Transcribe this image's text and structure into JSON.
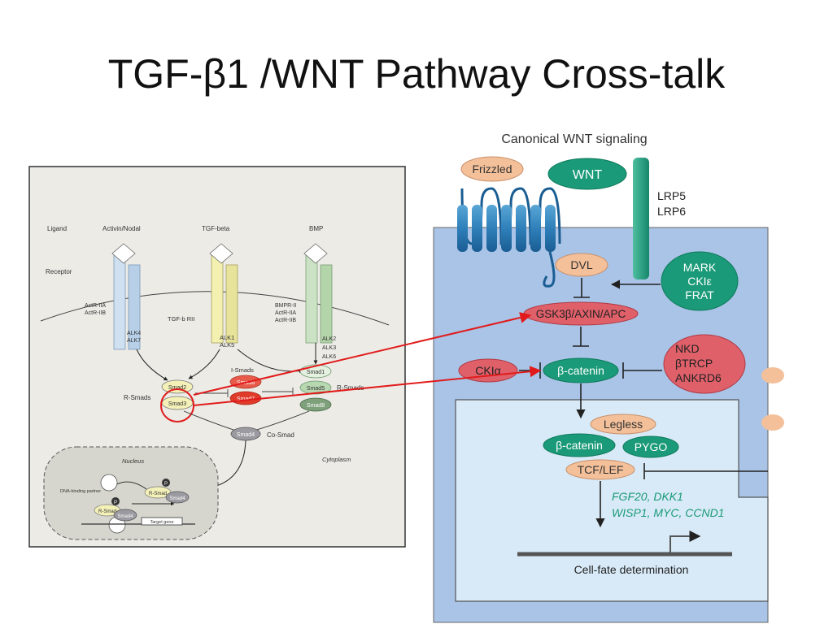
{
  "slide": {
    "title": "TGF-β1 /WNT Pathway Cross-talk"
  },
  "tgf_panel": {
    "ligand_label": "Ligand",
    "receptor_label": "Receptor",
    "ligand_activin": "Activin/Nodal",
    "ligand_tgf": "TGF-beta",
    "ligand_bmp": "BMP",
    "actr_iia": "ActR-IIA",
    "actr_iib": "ActR-IIB",
    "tgfb_rii": "TGF-b RII",
    "bmpr_ii": "BMPR-II",
    "bmp_actr_iia": "ActR-IIA",
    "bmp_actr_iib": "ActR-IIB",
    "alk4": "ALK4",
    "alk7": "ALK7",
    "alk1": "ALK1",
    "alk5": "ALK5",
    "alk2": "ALK2",
    "alk3": "ALK3",
    "alk6": "ALK6",
    "i_smads": "I-Smads",
    "r_smads_left": "R-Smads",
    "r_smads_right": "R-Smads",
    "smad2": "Smad2",
    "smad3": "Smad3",
    "smad6": "Smad6",
    "smad7": "Smad7",
    "smad1": "Smad1",
    "smad5": "Smad5",
    "smad8": "Smad8",
    "smad4": "Smad4",
    "co_smad": "Co-Smad",
    "nucleus": "Nucleus",
    "cytoplasm": "Cytoplasm",
    "dna_binding": "DNA-binding partner",
    "nuc_rsmad1": "R-Smad",
    "nuc_smad4_1": "Smad4",
    "nuc_rsmad2": "R-Smad",
    "nuc_smad4_2": "Smad4",
    "p_label_1": "P",
    "p_label_2": "P",
    "target_gene": "Target gene"
  },
  "wnt_panel": {
    "title": "Canonical WNT signaling",
    "frizzled": "Frizzled",
    "wnt": "WNT",
    "lrp5": "LRP5",
    "lrp6": "LRP6",
    "dvl": "DVL",
    "mark": "MARK",
    "ckie": "CKIε",
    "frat": "FRAT",
    "destruction_complex": "GSK3β/AXIN/APC",
    "nkd": "NKD",
    "btrcp": "βTRCP",
    "ankrd6": "ANKRD6",
    "ckia": "CKIα",
    "beta_catenin": "β-catenin",
    "legless": "Legless",
    "beta_catenin_nuc": "β-catenin",
    "pygo": "PYGO",
    "tcf_lef": "TCF/LEF",
    "targets_line1": "FGF20, DKK1",
    "targets_line2": "WISP1, MYC, CCND1",
    "cell_fate": "Cell-fate determination"
  },
  "colors": {
    "highlight_red": "#e11b1b",
    "wnt_cytoplasm": "#a9c4e6",
    "wnt_nucleus": "#d8eaf7",
    "green_node": "#1a9a78",
    "red_node": "#e0606a",
    "orange_node": "#f4c09a"
  }
}
